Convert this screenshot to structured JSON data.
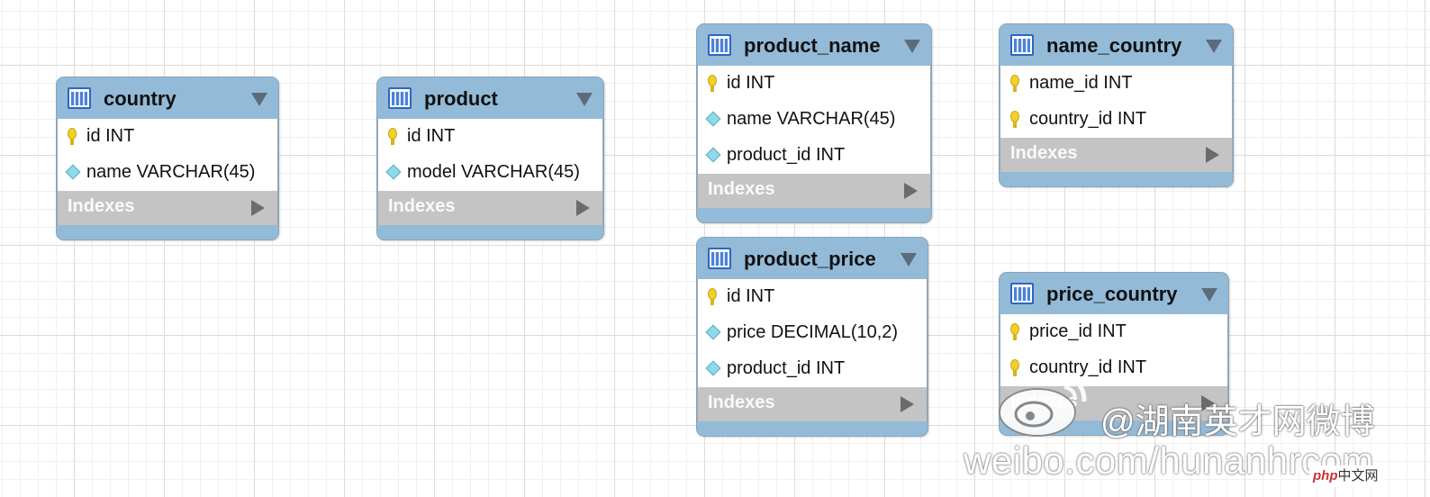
{
  "tables": [
    {
      "name": "country",
      "columns": [
        {
          "label": "id INT",
          "icon": "primary-key-icon"
        },
        {
          "label": "name VARCHAR(45)",
          "icon": "column-diamond-icon"
        }
      ],
      "indexes_label": "Indexes"
    },
    {
      "name": "product",
      "columns": [
        {
          "label": "id INT",
          "icon": "primary-key-icon"
        },
        {
          "label": "model VARCHAR(45)",
          "icon": "column-diamond-icon"
        }
      ],
      "indexes_label": "Indexes"
    },
    {
      "name": "product_name",
      "columns": [
        {
          "label": "id INT",
          "icon": "primary-key-icon"
        },
        {
          "label": "name VARCHAR(45)",
          "icon": "column-diamond-icon"
        },
        {
          "label": "product_id INT",
          "icon": "column-diamond-icon"
        }
      ],
      "indexes_label": "Indexes"
    },
    {
      "name": "name_country",
      "columns": [
        {
          "label": "name_id INT",
          "icon": "primary-key-icon"
        },
        {
          "label": "country_id INT",
          "icon": "primary-key-icon"
        }
      ],
      "indexes_label": "Indexes"
    },
    {
      "name": "product_price",
      "columns": [
        {
          "label": "id INT",
          "icon": "primary-key-icon"
        },
        {
          "label": "price DECIMAL(10,2)",
          "icon": "column-diamond-icon"
        },
        {
          "label": "product_id INT",
          "icon": "column-diamond-icon"
        }
      ],
      "indexes_label": "Indexes"
    },
    {
      "name": "price_country",
      "columns": [
        {
          "label": "price_id INT",
          "icon": "primary-key-icon"
        },
        {
          "label": "country_id INT",
          "icon": "primary-key-icon"
        }
      ],
      "indexes_label": "Indexes"
    }
  ],
  "watermark": {
    "handle": "@湖南英才网微博",
    "url": "weibo.com/hunanhrcom",
    "badge_php": "php",
    "badge_text": "中文网"
  },
  "colors": {
    "header": "#93bbd8",
    "indexes_bar": "#c4c4c4",
    "table_icon": "#2f64c6",
    "primary_key": "#f3cf2a",
    "column_diamond": "#8fd9e8"
  }
}
